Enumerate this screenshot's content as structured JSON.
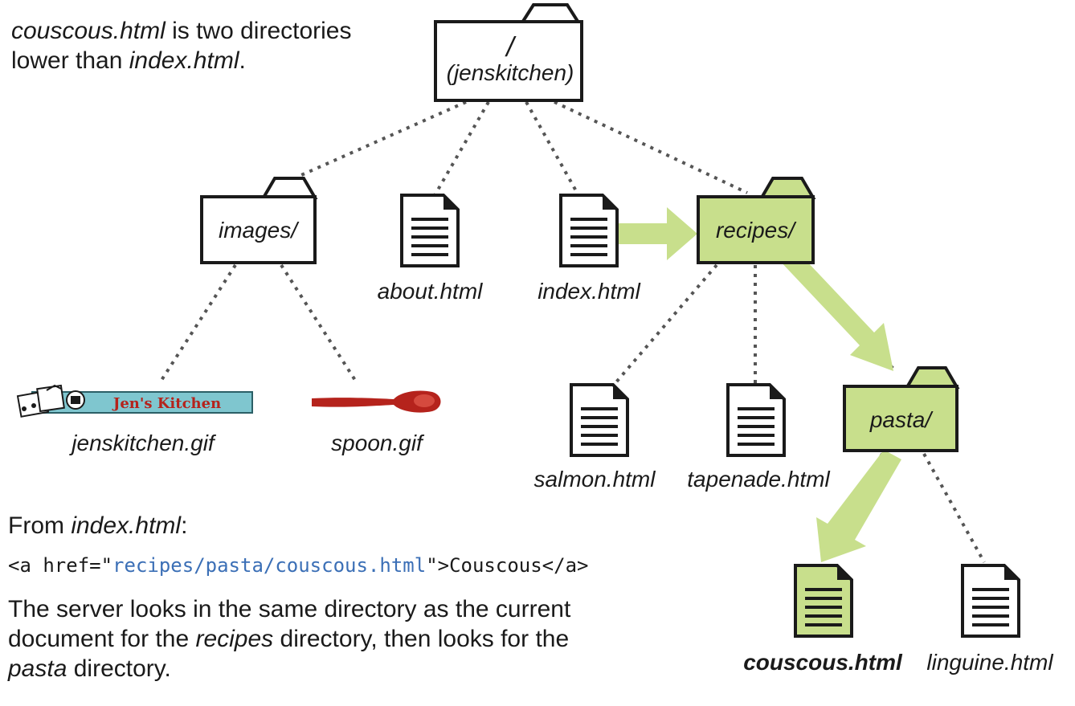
{
  "intro": {
    "part1": "couscous.html",
    "part2": " is two directories",
    "part3": "lower than ",
    "part4": "index.html",
    "part5": "."
  },
  "root": {
    "slash": "/",
    "name": "(jenskitchen)"
  },
  "folders": {
    "images": "images/",
    "recipes": "recipes/",
    "pasta": "pasta/"
  },
  "files": {
    "about": "about.html",
    "index": "index.html",
    "jenskitchen": "jenskitchen.gif",
    "spoon": "spoon.gif",
    "salmon": "salmon.html",
    "tapenade": "tapenade.html",
    "couscous": "couscous.html",
    "linguine": "linguine.html"
  },
  "logo_text": "Jen's Kitchen",
  "from": {
    "prefix": "From ",
    "file": "index.html",
    "suffix": ":"
  },
  "code": {
    "open": "<a href=\"",
    "href": "recipes/pasta/couscous.html",
    "close": "\">Couscous</a>"
  },
  "explain": {
    "line1": "The server looks in the same directory as the current",
    "line2a": "document for the ",
    "line2b": "recipes",
    "line2c": " directory, then looks for the",
    "line3a": "pasta",
    "line3b": " directory."
  },
  "colors": {
    "highlight_fill": "#c8df8c",
    "arrow": "#c8df8c",
    "outline": "#1a1a1a",
    "link": "#3b6fb6",
    "logo_red": "#b5231c"
  }
}
